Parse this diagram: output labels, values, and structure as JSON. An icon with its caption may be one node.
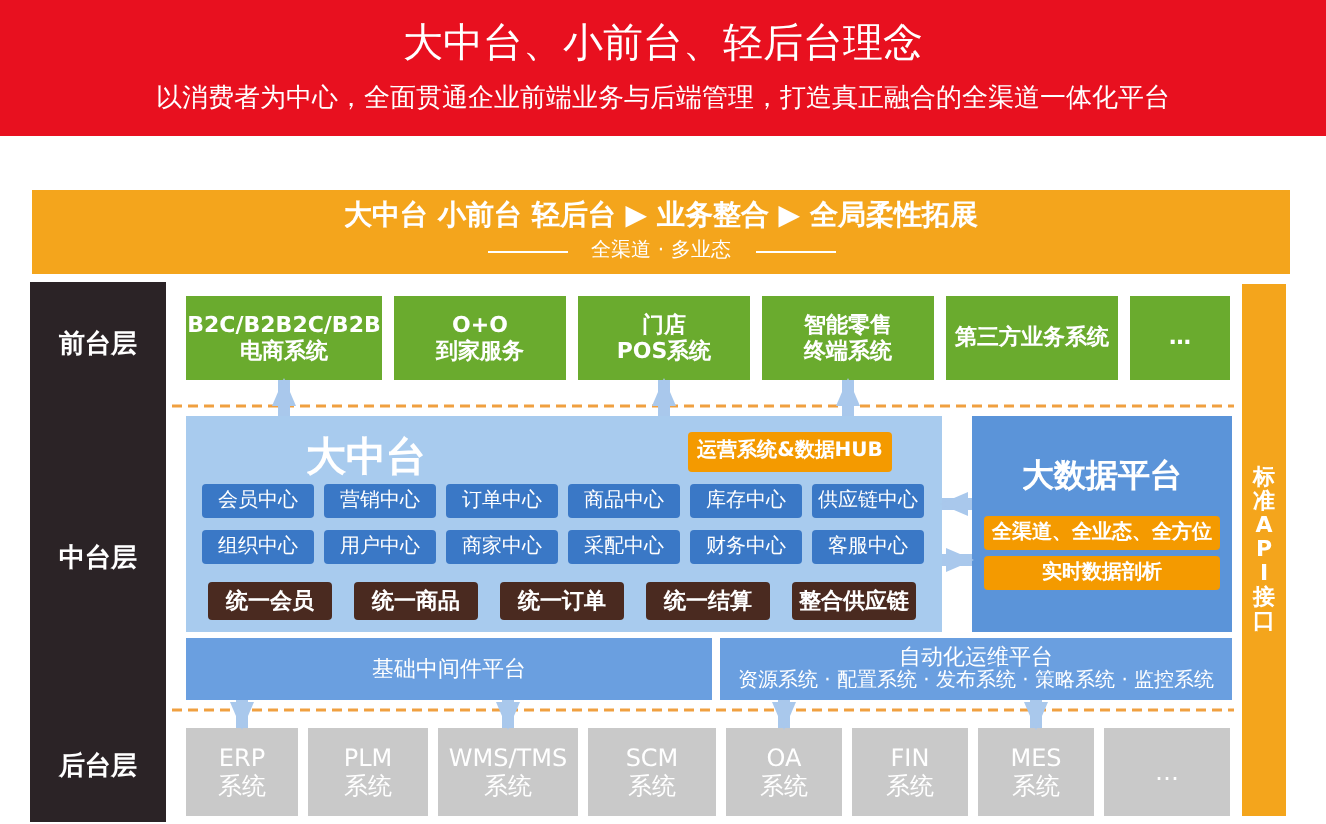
{
  "diagram": {
    "title": "大中台、小前台、轻后台理念",
    "nodes": [
      {
        "text": [
          "大中台 小前台 轻后台 ▶ 业务整合 ▶ 全局柔性拓展",
          "全渠道 · 多业态"
        ]
      },
      {
        "text": [
          "前台层"
        ]
      },
      {
        "text": [
          "B2C/B2B2C/B2B 电商系统"
        ]
      },
      {
        "text": [
          "O+O 到家服务"
        ]
      },
      {
        "text": [
          "门店 POS系统"
        ]
      },
      {
        "text": [
          "智能零售终端系统"
        ]
      },
      {
        "text": [
          "第三方业务系统"
        ]
      },
      {
        "text": [
          "…"
        ]
      },
      {
        "text": [
          "中台层"
        ]
      },
      {
        "text": [
          "大中台"
        ]
      },
      {
        "text": [
          "运营系统&数据HUB"
        ],
        "in": 9
      },
      {
        "text": [
          "会员中心"
        ],
        "in": 9
      },
      {
        "text": [
          "营销中心"
        ],
        "in": 9
      },
      {
        "text": [
          "订单中心"
        ],
        "in": 9
      },
      {
        "text": [
          "商品中心"
        ],
        "in": 9
      },
      {
        "text": [
          "库存中心"
        ],
        "in": 9
      },
      {
        "text": [
          "供应链中心"
        ],
        "in": 9
      },
      {
        "text": [
          "组织中心"
        ],
        "in": 9
      },
      {
        "text": [
          "用户中心"
        ],
        "in": 9
      },
      {
        "text": [
          "商家中心"
        ],
        "in": 9
      },
      {
        "text": [
          "采配中心"
        ],
        "in": 9
      },
      {
        "text": [
          "财务中心"
        ],
        "in": 9
      },
      {
        "text": [
          "客服中心"
        ],
        "in": 9
      },
      {
        "text": [
          "统一会员"
        ],
        "in": 9
      },
      {
        "text": [
          "统一商品"
        ],
        "in": 9
      },
      {
        "text": [
          "统一订单"
        ],
        "in": 9
      },
      {
        "text": [
          "统一结算"
        ],
        "in": 9
      },
      {
        "text": [
          "整合供应链"
        ],
        "in": 9
      },
      {
        "text": [
          "大数据平台"
        ]
      },
      {
        "text": [
          "全渠道、全业态、全方位"
        ],
        "in": 28
      },
      {
        "text": [
          "实时数据剖析"
        ],
        "in": 28
      },
      {
        "text": [
          "基础中间件平台"
        ]
      },
      {
        "text": [
          "自动化运维平台",
          "资源系统 · 配置系统 · 发布系统 · 策略系统 · 监控系统"
        ]
      },
      {
        "text": [
          "后台层"
        ]
      },
      {
        "text": [
          "ERP 系统"
        ]
      },
      {
        "text": [
          "PLM 系统"
        ]
      },
      {
        "text": [
          "WMS/TMS 系统"
        ]
      },
      {
        "text": [
          "SCM 系统"
        ]
      },
      {
        "text": [
          "OA 系统"
        ]
      },
      {
        "text": [
          "FIN 系统"
        ]
      },
      {
        "text": [
          "MES 系统"
        ]
      },
      {
        "text": [
          "…"
        ]
      },
      {
        "text": [
          "标准API接口"
        ]
      }
    ],
    "edges": [
      {
        "from": 9,
        "to": 2,
        "arrow": "to"
      },
      {
        "from": 9,
        "to": 4,
        "arrow": "to"
      },
      {
        "from": 9,
        "to": 5,
        "arrow": "to"
      },
      {
        "from": 28,
        "to": 9,
        "arrow": "to"
      },
      {
        "from": 9,
        "to": 28,
        "arrow": "to"
      },
      {
        "from": 31,
        "to": 34,
        "arrow": "to"
      },
      {
        "from": 31,
        "to": 36,
        "arrow": "to"
      },
      {
        "from": 32,
        "to": 38,
        "arrow": "to"
      },
      {
        "from": 32,
        "to": 40,
        "arrow": "to"
      }
    ],
    "labels": [
      "以消费者为中心，全面贯通企业前端业务与后端管理，打造真正融合的全渠道一体化平台"
    ]
  }
}
